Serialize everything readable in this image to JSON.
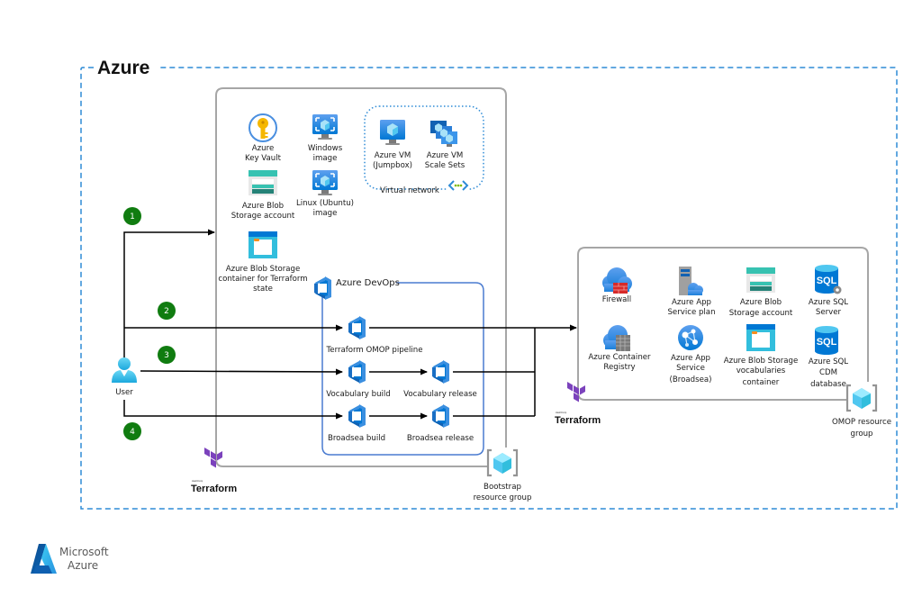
{
  "title": "Azure",
  "colors": {
    "azure_border": "#2e8bd6",
    "group_border": "#a6a6a6",
    "devops_border": "#4a7bd0",
    "badge_green": "#107c10",
    "arrow": "#000000",
    "terraform_purple": "#7b42bc",
    "icon_blue": "#0078d4",
    "icon_light_blue": "#50c7f0",
    "storage_teal": "#37c2b1"
  },
  "steps": [
    {
      "number": "1"
    },
    {
      "number": "2"
    },
    {
      "number": "3"
    },
    {
      "number": "4"
    }
  ],
  "user": {
    "label": "User",
    "icon": "user-icon"
  },
  "bootstrap_group": {
    "label_line1": "Bootstrap",
    "label_line2": "resource group",
    "items": [
      {
        "icon": "key-vault-icon",
        "lines": [
          "Azure",
          "Key Vault"
        ]
      },
      {
        "icon": "vm-image-icon",
        "lines": [
          "Windows",
          "image"
        ]
      },
      {
        "icon": "storage-account-icon",
        "lines": [
          "Azure Blob",
          "Storage account"
        ]
      },
      {
        "icon": "vm-image-icon",
        "lines": [
          "Linux (Ubuntu)",
          "image"
        ]
      },
      {
        "icon": "blob-container-icon",
        "lines": [
          "Azure Blob Storage",
          "container for Terraform",
          "state"
        ]
      }
    ],
    "virtual_network": {
      "label": "Virtual network",
      "items": [
        {
          "icon": "vm-icon",
          "lines": [
            "Azure VM",
            "(Jumpbox)"
          ]
        },
        {
          "icon": "vm-scale-sets-icon",
          "lines": [
            "Azure VM",
            "Scale Sets"
          ]
        }
      ]
    },
    "terraform_label": "Terraform",
    "terraform_tagline": "HashiCorp"
  },
  "devops": {
    "title": "Azure DevOps",
    "pipelines": [
      {
        "label": "Terraform OMOP pipeline"
      },
      {
        "label": "Vocabulary build"
      },
      {
        "label": "Vocabulary release"
      },
      {
        "label": "Broadsea build"
      },
      {
        "label": "Broadsea release"
      }
    ]
  },
  "omop_group": {
    "label_line1": "OMOP resource",
    "label_line2": "group",
    "items": [
      {
        "icon": "firewall-icon",
        "lines": [
          "Firewall"
        ]
      },
      {
        "icon": "app-service-plan-icon",
        "lines": [
          "Azure App",
          "Service plan"
        ]
      },
      {
        "icon": "storage-account-icon",
        "lines": [
          "Azure Blob",
          "Storage account"
        ]
      },
      {
        "icon": "sql-server-icon",
        "lines": [
          "Azure SQL",
          "Server"
        ]
      },
      {
        "icon": "container-registry-icon",
        "lines": [
          "Azure Container",
          "Registry"
        ]
      },
      {
        "icon": "app-service-icon",
        "lines": [
          "Azure App",
          "Service",
          "(Broadsea)"
        ]
      },
      {
        "icon": "blob-container-icon",
        "lines": [
          "Azure Blob Storage",
          "vocabularies",
          "container"
        ]
      },
      {
        "icon": "sql-database-icon",
        "lines": [
          "Azure SQL",
          "CDM",
          "database"
        ]
      }
    ],
    "terraform_label": "Terraform",
    "terraform_tagline": "HashiCorp"
  },
  "footer": {
    "logo_line1": "Microsoft",
    "logo_line2": "Azure"
  }
}
